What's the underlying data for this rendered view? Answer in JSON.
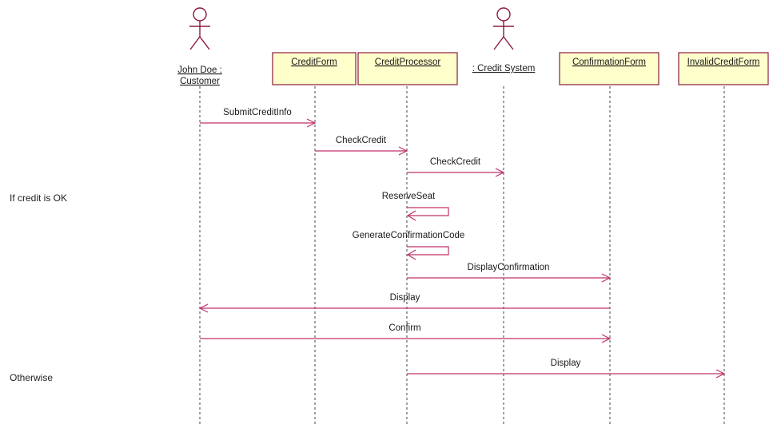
{
  "colors": {
    "object_fill": "#ffffcc",
    "object_border": "#8b1a3a",
    "message_line": "#c0306a",
    "lifeline": "#444444",
    "actor_stroke": "#8b1a3a",
    "text": "#1a1a1a"
  },
  "participants": [
    {
      "id": "customer",
      "kind": "actor",
      "lines": [
        "John Doe :",
        "Customer"
      ]
    },
    {
      "id": "credit-form",
      "kind": "object",
      "lines": [
        "CreditForm"
      ]
    },
    {
      "id": "credit-processor",
      "kind": "object",
      "lines": [
        "CreditProcessor"
      ]
    },
    {
      "id": "credit-system",
      "kind": "actor",
      "lines": [
        ": Credit System"
      ]
    },
    {
      "id": "confirmation-form",
      "kind": "object",
      "lines": [
        "ConfirmationForm"
      ]
    },
    {
      "id": "invalid-credit-form",
      "kind": "object",
      "lines": [
        "InvalidCreditForm"
      ]
    }
  ],
  "messages": [
    {
      "label": "SubmitCreditInfo",
      "from": "customer",
      "to": "credit-form"
    },
    {
      "label": "CheckCredit",
      "from": "credit-form",
      "to": "credit-processor"
    },
    {
      "label": "CheckCredit",
      "from": "credit-processor",
      "to": "credit-system"
    },
    {
      "label": "ReserveSeat",
      "from": "credit-processor",
      "to": "credit-processor"
    },
    {
      "label": "GenerateConfirmationCode",
      "from": "credit-processor",
      "to": "credit-processor"
    },
    {
      "label": "DisplayConfirmation",
      "from": "credit-processor",
      "to": "confirmation-form"
    },
    {
      "label": "Display",
      "from": "confirmation-form",
      "to": "customer"
    },
    {
      "label": "Confirm",
      "from": "customer",
      "to": "confirmation-form"
    },
    {
      "label": "Display",
      "from": "credit-processor",
      "to": "invalid-credit-form"
    }
  ],
  "notes": {
    "credit_ok": "If credit is OK",
    "otherwise": "Otherwise"
  }
}
